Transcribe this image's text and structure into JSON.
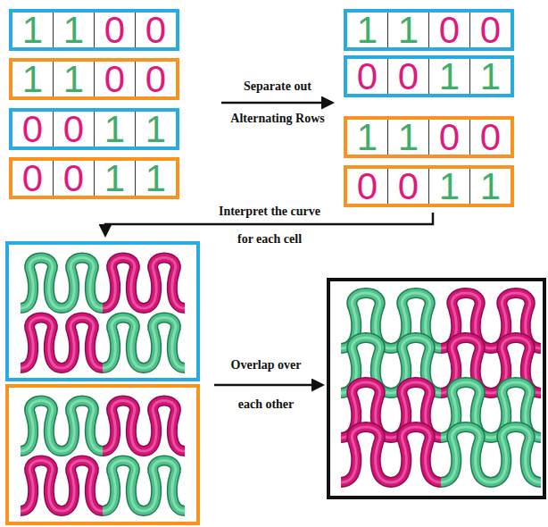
{
  "diagram": {
    "nodes": [
      {
        "text": [
          "1",
          "1",
          "0",
          "0"
        ]
      },
      {
        "text": [
          "1",
          "1",
          "0",
          "0"
        ]
      },
      {
        "text": [
          "0",
          "0",
          "1",
          "1"
        ]
      },
      {
        "text": [
          "0",
          "0",
          "1",
          "1"
        ]
      },
      {
        "text": [
          "1",
          "1",
          "0",
          "0"
        ]
      },
      {
        "text": [
          "0",
          "0",
          "1",
          "1"
        ]
      },
      {
        "text": [
          "1",
          "1",
          "0",
          "0"
        ]
      },
      {
        "text": [
          "0",
          "0",
          "1",
          "1"
        ]
      }
    ],
    "labels": [
      "Separate out",
      "Alternating Rows",
      "Interpret the curve",
      "for each cell",
      "Overlap over",
      "each other"
    ]
  }
}
